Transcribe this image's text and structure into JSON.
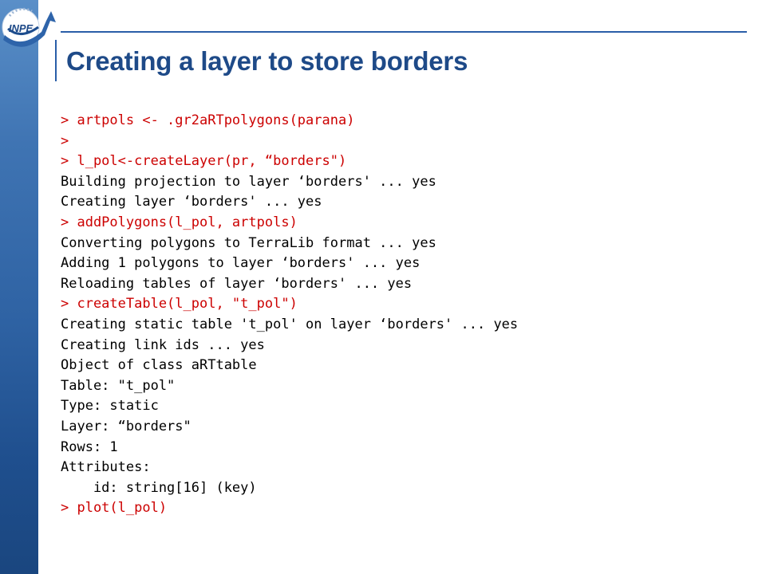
{
  "logo": {
    "text": "INPE",
    "icon": "inpe-logo"
  },
  "title": "Creating a layer to store borders",
  "colors": {
    "title": "#1e4a88",
    "command": "#cc0000",
    "output": "#000000",
    "sidebar_top": "#5a8fc8",
    "sidebar_bottom": "#1a467f",
    "rule": "#2a5ea8"
  },
  "console": {
    "lines": [
      {
        "type": "cmd",
        "text": "> artpols <- .gr2aRTpolygons(parana)"
      },
      {
        "type": "cmd",
        "text": ">"
      },
      {
        "type": "cmd",
        "text": "> l_pol<-createLayer(pr, “borders\")"
      },
      {
        "type": "out",
        "text": "Building projection to layer ‘borders' ... yes"
      },
      {
        "type": "out",
        "text": "Creating layer ‘borders' ... yes"
      },
      {
        "type": "cmd",
        "text": "> addPolygons(l_pol, artpols)"
      },
      {
        "type": "out",
        "text": "Converting polygons to TerraLib format ... yes"
      },
      {
        "type": "out",
        "text": "Adding 1 polygons to layer ‘borders' ... yes"
      },
      {
        "type": "out",
        "text": "Reloading tables of layer ‘borders' ... yes"
      },
      {
        "type": "cmd",
        "text": "> createTable(l_pol, \"t_pol\")"
      },
      {
        "type": "out",
        "text": "Creating static table 't_pol' on layer ‘borders' ... yes"
      },
      {
        "type": "out",
        "text": "Creating link ids ... yes"
      },
      {
        "type": "out",
        "text": "Object of class aRTtable"
      },
      {
        "type": "out",
        "text": "Table: \"t_pol\""
      },
      {
        "type": "out",
        "text": "Type: static"
      },
      {
        "type": "out",
        "text": "Layer: “borders\""
      },
      {
        "type": "out",
        "text": "Rows: 1"
      },
      {
        "type": "out",
        "text": "Attributes:"
      },
      {
        "type": "out",
        "text": "    id: string[16] (key)"
      },
      {
        "type": "cmd",
        "text": "> plot(l_pol)"
      }
    ]
  }
}
